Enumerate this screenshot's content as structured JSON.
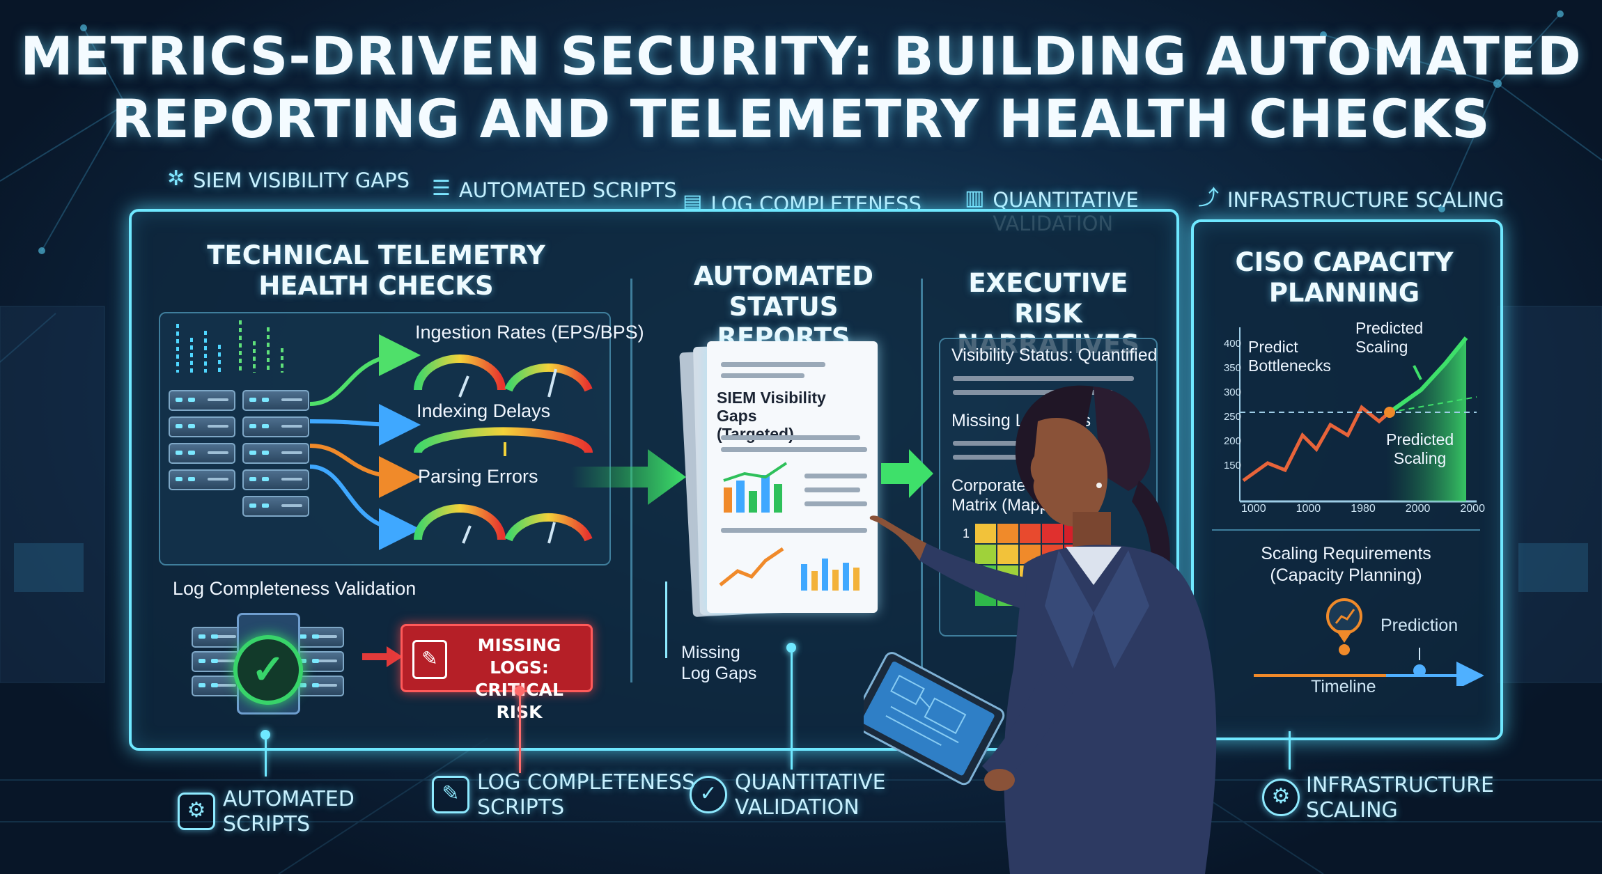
{
  "title": {
    "line1": "METRICS-DRIVEN SECURITY: BUILDING AUTOMATED",
    "line2": "REPORTING AND TELEMETRY HEALTH CHECKS"
  },
  "top_labels": [
    {
      "text": "SIEM VISIBILITY GAPS",
      "icon": "network-icon"
    },
    {
      "text": "AUTOMATED SCRIPTS",
      "icon": "script-icon"
    },
    {
      "text": "LOG COMPLETENESS",
      "icon": "document-icon"
    },
    {
      "text": "QUANTITATIVE VALIDATION",
      "icon": "bar-chart-icon"
    },
    {
      "text": "INFRASTRUCTURE SCALING",
      "icon": "growth-chart-icon"
    }
  ],
  "telemetry": {
    "heading_line1": "TECHNICAL TELEMETRY",
    "heading_line2": "HEALTH CHECKS",
    "ingestion": "Ingestion Rates (EPS/BPS)",
    "indexing": "Indexing Delays",
    "parsing": "Parsing Errors",
    "validation_title": "Log Completeness Validation",
    "alert_line1": "MISSING LOGS:",
    "alert_line2": "CRITICAL RISK"
  },
  "status_reports": {
    "heading_line1": "AUTOMATED",
    "heading_line2": "STATUS REPORTS",
    "doc_title_line1": "SIEM Visibility Gaps",
    "doc_title_line2": "(Targeted)",
    "callout_line1": "Missing",
    "callout_line2": "Log Gaps"
  },
  "executive": {
    "heading_line1": "EXECUTIVE RISK",
    "heading_line2": "NARRATIVES",
    "visibility": "Visibility Status: Quantified",
    "missing": "Missing Log Gaps",
    "matrix_line1": "Corporate Risk",
    "matrix_line2": "Matrix (Mapping)",
    "row1": "1",
    "row2": "2"
  },
  "ciso": {
    "heading_line1": "CISO CAPACITY",
    "heading_line2": "PLANNING",
    "predict_line1": "Predict",
    "predict_line2": "Bottlenecks",
    "predicted_top_line1": "Predicted",
    "predicted_top_line2": "Scaling",
    "predicted_mid_line1": "Predicted",
    "predicted_mid_line2": "Scaling",
    "y_ticks": [
      "400",
      "350",
      "300",
      "250",
      "200",
      "150"
    ],
    "x_ticks": [
      "1000",
      "1000",
      "1980",
      "2000",
      "2000"
    ],
    "scaling_line1": "Scaling Requirements",
    "scaling_line2": "(Capacity Planning)",
    "prediction": "Prediction",
    "timeline": "Timeline"
  },
  "bottom_labels": [
    {
      "line1": "AUTOMATED",
      "line2": "SCRIPTS",
      "icon": "script-gear-icon"
    },
    {
      "line1": "LOG COMPLETENESS",
      "line2": "SCRIPTS",
      "icon": "document-edit-icon"
    },
    {
      "line1": "QUANTITATIVE",
      "line2": "VALIDATION",
      "icon": "check-circle-icon"
    },
    {
      "line1": "INFRASTRUCTURE",
      "line2": "SCALING",
      "icon": "gear-icon"
    }
  ],
  "colors": {
    "accent": "#6fe8ff",
    "alert": "#d2262e",
    "success": "#38d46a",
    "warning": "#f08a2a"
  }
}
